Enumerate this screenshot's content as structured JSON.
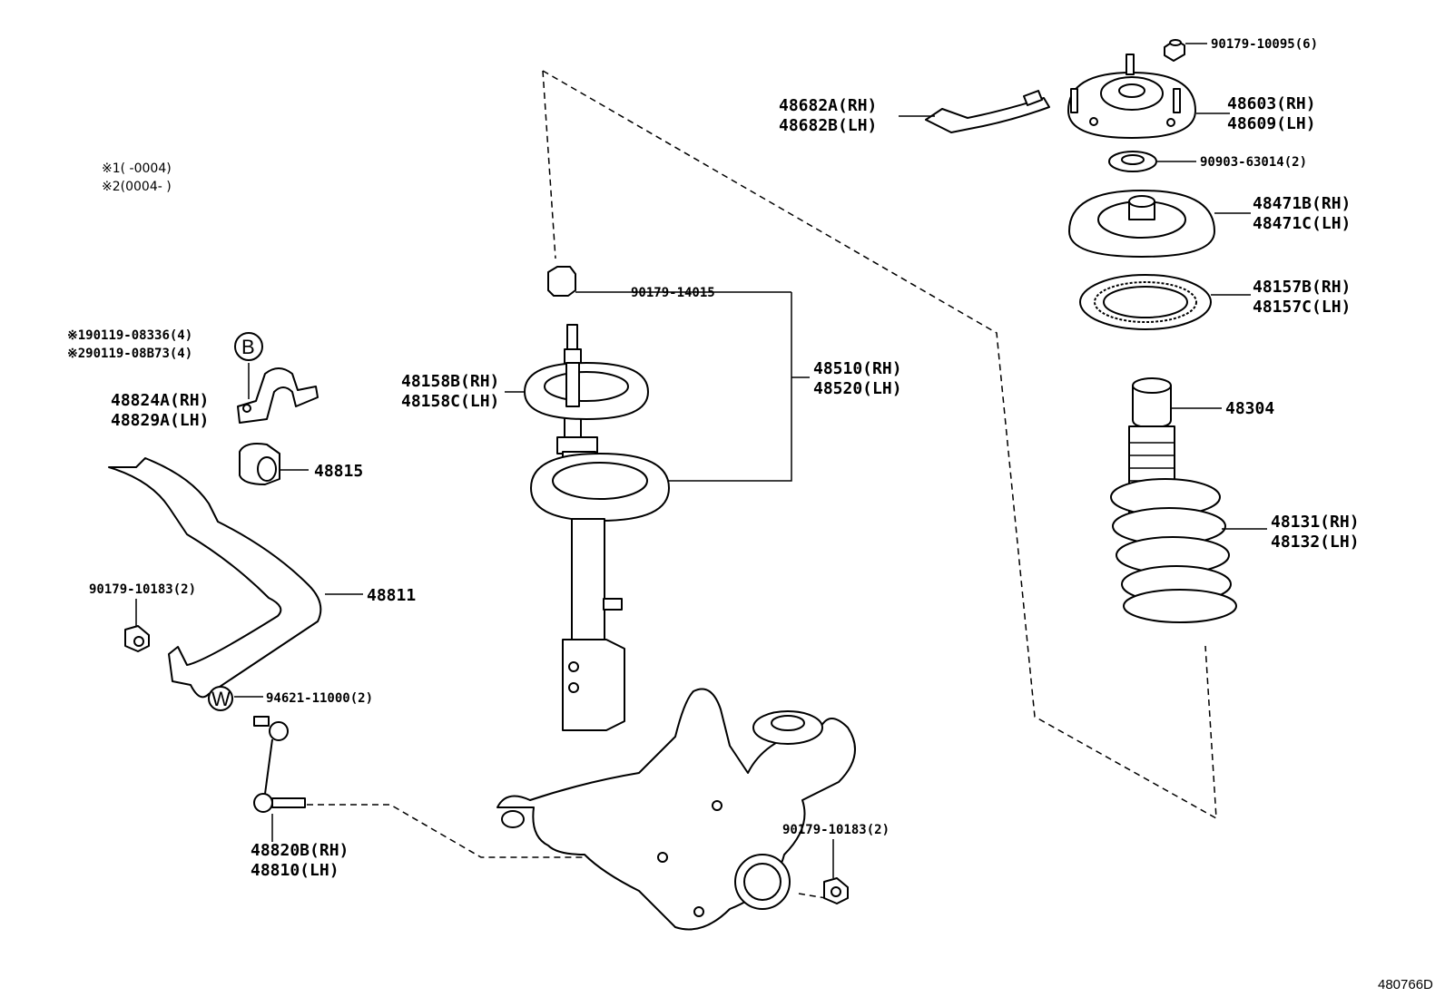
{
  "notes": {
    "note1": "※1(     -0004)",
    "note2": "※2(0004-     )"
  },
  "callouts": {
    "b": "B",
    "w": "W"
  },
  "diagram_code": "480766D",
  "parts": {
    "p90179_10095": "90179-10095(6)",
    "p48682a": "48682A(RH)",
    "p48682b": "48682B(LH)",
    "p48603": "48603(RH)",
    "p48609": "48609(LH)",
    "p90903": "90903-63014(2)",
    "p48471b": "48471B(RH)",
    "p48471c": "48471C(LH)",
    "p48157b": "48157B(RH)",
    "p48157c": "48157C(LH)",
    "p48304": "48304",
    "p48131": "48131(RH)",
    "p48132": "48132(LH)",
    "p90179_14015": "90179-14015",
    "p48510": "48510(RH)",
    "p48520": "48520(LH)",
    "p48158b": "48158B(RH)",
    "p48158c": "48158C(LH)",
    "p90119_1": "※190119-08336(4)",
    "p90119_2": "※290119-08B73(4)",
    "p48824a": "48824A(RH)",
    "p48829a": "48829A(LH)",
    "p48815": "48815",
    "p48811": "48811",
    "p90179_10183a": "90179-10183(2)",
    "p94621": "94621-11000(2)",
    "p48820b": "48820B(RH)",
    "p48810": "48810(LH)",
    "p90179_10183b": "90179-10183(2)"
  }
}
